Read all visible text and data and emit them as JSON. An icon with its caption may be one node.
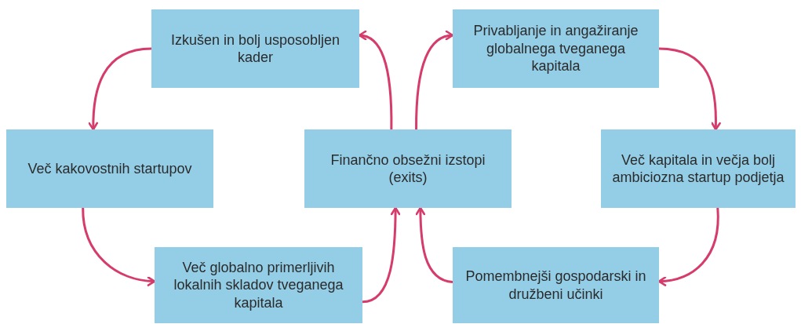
{
  "diagram": {
    "nodes": [
      {
        "text": [
          "Izkušen in bolj usposobljen kader"
        ]
      },
      {
        "text": [
          "Privabljanje in angažiranje globalnega tveganega kapitala"
        ]
      },
      {
        "text": [
          "Več kakovostnih startupov"
        ]
      },
      {
        "text": [
          "Finančno obsežni izstopi (exits)"
        ]
      },
      {
        "text": [
          "Več kapitala in večja bolj ambiciozna startup podjetja"
        ]
      },
      {
        "text": [
          "Več globalno primerljivih lokalnih skladov tveganega kapitala"
        ]
      },
      {
        "text": [
          "Pomembnejši gospodarski in družbeni učinki"
        ]
      }
    ],
    "edges": [
      {
        "from": 0,
        "to": 2,
        "arrow": "to"
      },
      {
        "from": 2,
        "to": 5,
        "arrow": "to"
      },
      {
        "from": 5,
        "to": 3,
        "arrow": "to"
      },
      {
        "from": 6,
        "to": 3,
        "arrow": "to"
      },
      {
        "from": 3,
        "to": 0,
        "arrow": "to"
      },
      {
        "from": 3,
        "to": 1,
        "arrow": "to"
      },
      {
        "from": 1,
        "to": 4,
        "arrow": "to"
      },
      {
        "from": 4,
        "to": 6,
        "arrow": "to"
      }
    ]
  }
}
